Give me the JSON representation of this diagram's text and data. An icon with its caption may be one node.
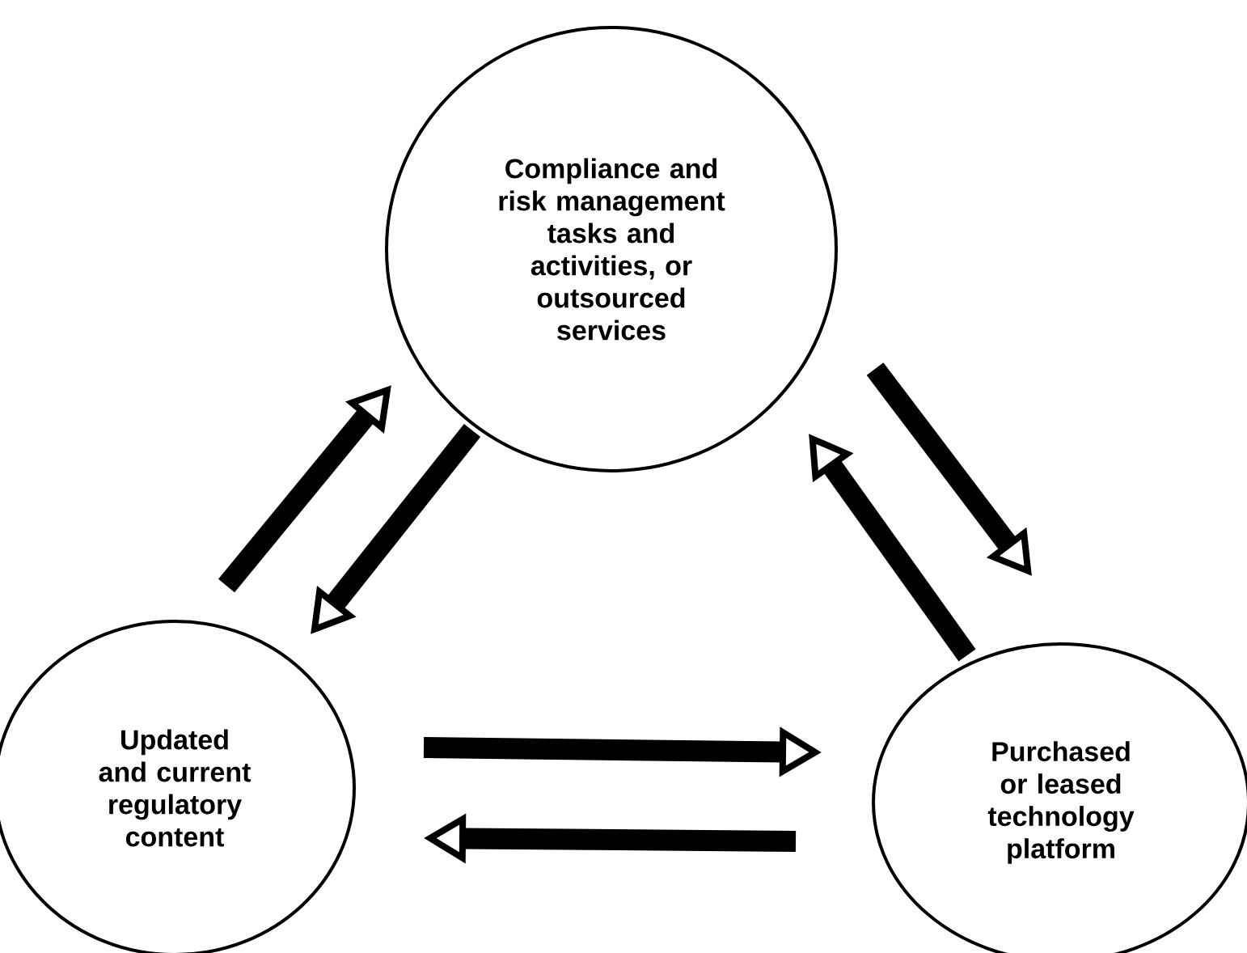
{
  "diagram": {
    "nodes": [
      {
        "text": [
          "Compliance and risk management tasks and activities, or outsourced services"
        ]
      },
      {
        "text": [
          "Updated and current regulatory content"
        ]
      },
      {
        "text": [
          "Purchased or leased technology platform"
        ]
      }
    ],
    "edges": [
      {
        "from": 1,
        "to": 0,
        "arrow": "to"
      },
      {
        "from": 0,
        "to": 1,
        "arrow": "to"
      },
      {
        "from": 0,
        "to": 2,
        "arrow": "to"
      },
      {
        "from": 2,
        "to": 0,
        "arrow": "to"
      },
      {
        "from": 1,
        "to": 2,
        "arrow": "to"
      },
      {
        "from": 2,
        "to": 1,
        "arrow": "to"
      }
    ]
  }
}
